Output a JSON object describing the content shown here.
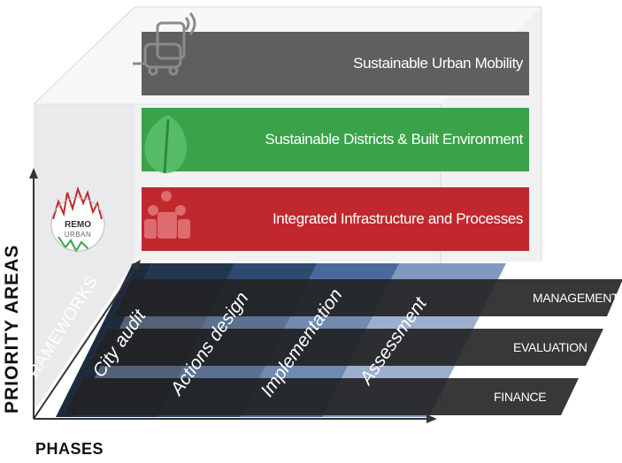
{
  "priority_areas": [
    {
      "label": "Sustainable Urban Mobility",
      "color": "#5e5f61",
      "icon": "car-bus-icon"
    },
    {
      "label": "Sustainable Districts & Built Environment",
      "color": "#3aa349",
      "icon": "leaf-icon"
    },
    {
      "label": "Integrated Infrastructure and Processes",
      "color": "#c0282d",
      "icon": "people-network-icon"
    }
  ],
  "phases": [
    "City audit",
    "Actions design",
    "Implementation",
    "Assessment"
  ],
  "frameworks": [
    "MANAGEMENT",
    "EVALUATION",
    "FINANCE"
  ],
  "axes": {
    "vertical": "PRIORITY AREAS",
    "horizontal": "PHASES",
    "depth": "FRAMEWORKS"
  },
  "logo": {
    "title": "REMO",
    "subtitle": "URBAN"
  },
  "colors": {
    "phase_shades": [
      "#233650",
      "#2f4a70",
      "#4a6a9c",
      "#8199c0"
    ],
    "framework_band": "#222222",
    "axis": "#333333"
  }
}
